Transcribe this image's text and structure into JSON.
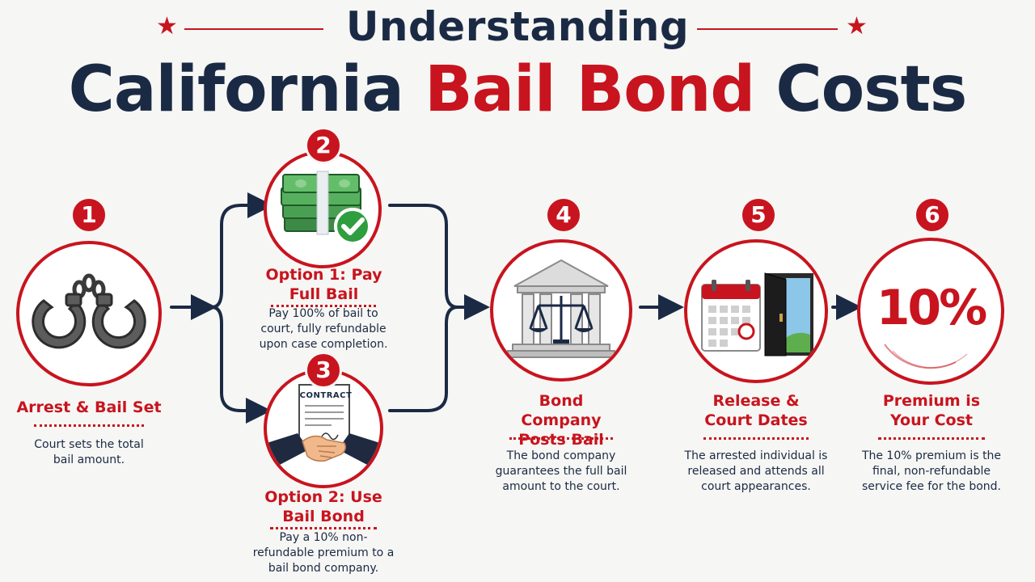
{
  "title": {
    "line1": "Understanding",
    "line2_part1": "California ",
    "line2_accent": "Bail Bond",
    "line2_part2": " Costs"
  },
  "steps": [
    {
      "number": "1",
      "title": "Arrest & Bail Set",
      "description": "Court sets the total bail amount.",
      "icon": "handcuffs-icon"
    },
    {
      "number": "2",
      "title": "Option 1: Pay Full Bail",
      "description": "Pay 100% of bail to court, fully refundable upon case completion.",
      "icon": "cash-stack-check-icon"
    },
    {
      "number": "3",
      "title": "Option 2: Use Bail Bond",
      "description": "Pay a 10% non-refundable premium to a bail bond company.",
      "icon": "contract-handshake-icon",
      "contract_label": "CONTRACT"
    },
    {
      "number": "4",
      "title": "Bond Company Posts Bail",
      "description": "The bond company guarantees the full bail amount to the court.",
      "icon": "courthouse-scales-icon"
    },
    {
      "number": "5",
      "title": "Release & Court Dates",
      "description": "The arrested individual is released and attends all court appearances.",
      "icon": "calendar-door-icon"
    },
    {
      "number": "6",
      "title": "Premium is Your Cost",
      "description": "The 10% premium is the final, non-refundable service fee for the bond.",
      "icon": "ten-percent-icon",
      "percent_text": "10%"
    }
  ],
  "colors": {
    "accent": "#c8141e",
    "navy": "#1b2a44",
    "green": "#2e9e3e",
    "background": "#f6f6f4"
  }
}
